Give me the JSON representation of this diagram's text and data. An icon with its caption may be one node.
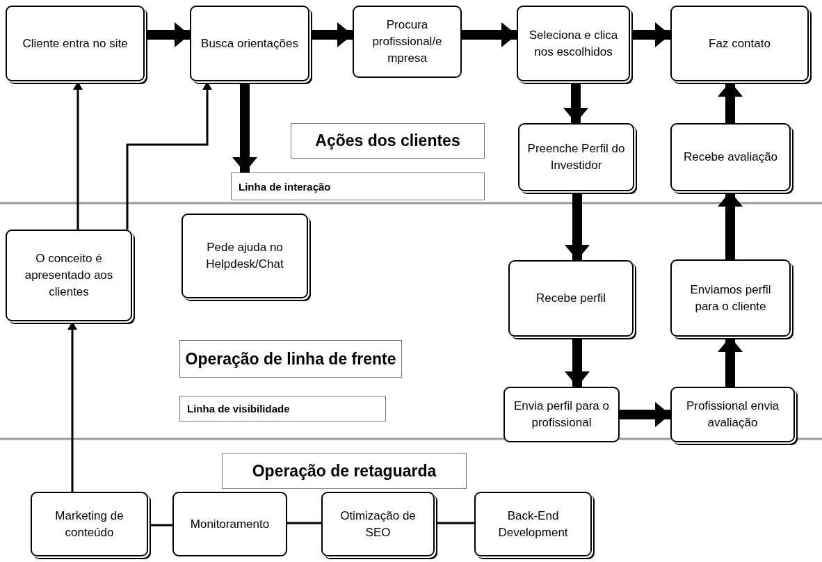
{
  "diagram": {
    "nodes": [
      {
        "text": [
          "Cliente entra no site"
        ]
      },
      {
        "text": [
          "Busca orientações"
        ]
      },
      {
        "text": [
          "Procura profissional/e mpresa"
        ]
      },
      {
        "text": [
          "Seleciona e clica nos escolhidos"
        ]
      },
      {
        "text": [
          "Faz contato"
        ]
      },
      {
        "text": [
          "Ações dos clientes"
        ]
      },
      {
        "text": [
          "Preenche Perfil do Investidor"
        ]
      },
      {
        "text": [
          "Recebe avaliação"
        ]
      },
      {
        "text": [
          "Linha de interação"
        ]
      },
      {
        "text": [
          "O conceito é apresentado aos clientes"
        ]
      },
      {
        "text": [
          "Pede ajuda no Helpdesk/Chat"
        ]
      },
      {
        "text": [
          "Recebe perfil"
        ]
      },
      {
        "text": [
          "Enviamos perfil para o cliente"
        ]
      },
      {
        "text": [
          "Operação de linha de frente"
        ]
      },
      {
        "text": [
          "Linha de visibilidade"
        ]
      },
      {
        "text": [
          "Envia perfil para o profissional"
        ]
      },
      {
        "text": [
          "Profissional envia avaliação"
        ]
      },
      {
        "text": [
          "Operação de retaguarda"
        ]
      },
      {
        "text": [
          "Marketing de conteúdo"
        ]
      },
      {
        "text": [
          "Monitoramento"
        ]
      },
      {
        "text": [
          "Otimização de SEO"
        ]
      },
      {
        "text": [
          "Back-End Development"
        ]
      }
    ],
    "edges": [
      {
        "from": 0,
        "to": 1,
        "arrow": "to"
      },
      {
        "from": 1,
        "to": 2,
        "arrow": "to"
      },
      {
        "from": 2,
        "to": 3,
        "arrow": "to"
      },
      {
        "from": 3,
        "to": 4,
        "arrow": "to"
      },
      {
        "from": 3,
        "to": 6,
        "arrow": "to"
      },
      {
        "from": 7,
        "to": 4,
        "arrow": "to"
      },
      {
        "from": 1,
        "to": 8,
        "arrow": "to"
      },
      {
        "from": 6,
        "to": 11,
        "arrow": "to"
      },
      {
        "from": 12,
        "to": 7,
        "arrow": "to"
      },
      {
        "from": 11,
        "to": 15,
        "arrow": "to"
      },
      {
        "from": 15,
        "to": 16,
        "arrow": "to"
      },
      {
        "from": 16,
        "to": 12,
        "arrow": "to"
      },
      {
        "from": 9,
        "to": 0,
        "arrow": "to"
      },
      {
        "from": 9,
        "to": 1,
        "arrow": "to"
      },
      {
        "from": 18,
        "to": 9,
        "arrow": "to"
      },
      {
        "from": 18,
        "to": 19,
        "arrow": "none"
      },
      {
        "from": 19,
        "to": 20,
        "arrow": "none"
      },
      {
        "from": 20,
        "to": 21,
        "arrow": "none"
      }
    ]
  }
}
